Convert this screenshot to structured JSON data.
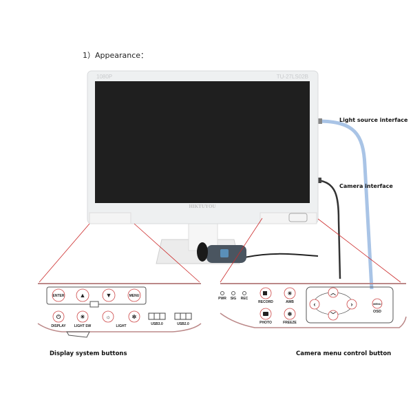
{
  "heading": "1）Appearance：",
  "monitor": {
    "resolution": "1080P",
    "model": "TU-27LS02B",
    "brand": "HIKTUYOU"
  },
  "callouts": {
    "light_source": "Light source interface",
    "camera": "Camera interface"
  },
  "display_panel": {
    "caption": "Display system buttons",
    "top_buttons": [
      "ENTER",
      "▲",
      "▼",
      "MENU"
    ],
    "bottom_labels": {
      "display": "DISPLAY",
      "light_sw": "LIGHT SW",
      "light": "LIGHT",
      "usb3": "USB3.0",
      "usb2": "USB2.0"
    }
  },
  "camera_panel": {
    "caption": "Camera menu control button",
    "leds": [
      "PWR",
      "SIG",
      "REC"
    ],
    "buttons": {
      "record": "RECORD",
      "awb": "AWB",
      "photo": "PHOTO",
      "freeze": "FREEZE",
      "menu": "MENU",
      "osd": "OSD"
    }
  },
  "colors": {
    "accent_red": "#cc2a2a",
    "light_cable": "#a9c4e6"
  }
}
